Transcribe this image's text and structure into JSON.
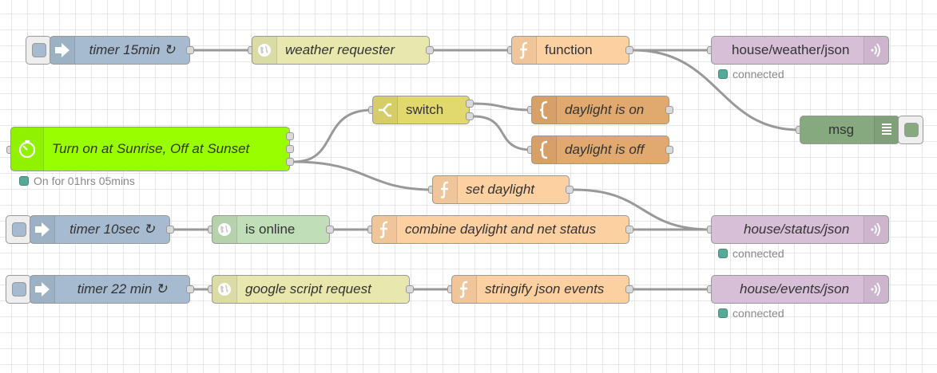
{
  "colors": {
    "inject": "#a6bbcf",
    "http": "#e7e7ae",
    "http_online": "#c0deb7",
    "function": "#fdd0a2",
    "mqtt": "#d8bfd8",
    "switch": "#e2d96e",
    "change": "#e2a96e",
    "bigtimer": "#99ff00",
    "debug": "#87a980",
    "status_connected": "#55aa88"
  },
  "nodes": {
    "timer15": {
      "label": "timer 15min ↻",
      "icon": "arrow-in-icon"
    },
    "weather_req": {
      "label": "weather requester",
      "icon": "globe-icon"
    },
    "function": {
      "label": "function",
      "icon": "function-icon"
    },
    "mqtt_weather": {
      "label": "house/weather/json",
      "icon": "mqtt-out-icon",
      "status": "connected"
    },
    "debug": {
      "label": "msg",
      "icon": "debug-icon"
    },
    "switch": {
      "label": "switch",
      "icon": "switch-icon"
    },
    "daylight_on": {
      "label": "daylight is on",
      "icon": "change-icon"
    },
    "daylight_off": {
      "label": "daylight is off",
      "icon": "change-icon"
    },
    "bigtimer": {
      "label": "Turn on at Sunrise, Off at Sunset",
      "icon": "timer-icon",
      "status": "On for 01hrs 05mins"
    },
    "set_daylight": {
      "label": "set daylight",
      "icon": "function-icon"
    },
    "timer10": {
      "label": "timer 10sec ↻",
      "icon": "arrow-in-icon"
    },
    "is_online": {
      "label": "is online",
      "icon": "globe-icon"
    },
    "combine": {
      "label": "combine daylight and net status",
      "icon": "function-icon"
    },
    "mqtt_status": {
      "label": "house/status/json",
      "icon": "mqtt-out-icon",
      "status": "connected"
    },
    "timer22": {
      "label": "timer 22 min ↻",
      "icon": "arrow-in-icon"
    },
    "google": {
      "label": "google script request",
      "icon": "globe-icon"
    },
    "stringify": {
      "label": "stringify json events",
      "icon": "function-icon"
    },
    "mqtt_events": {
      "label": "house/events/json",
      "icon": "mqtt-out-icon",
      "status": "connected"
    }
  }
}
